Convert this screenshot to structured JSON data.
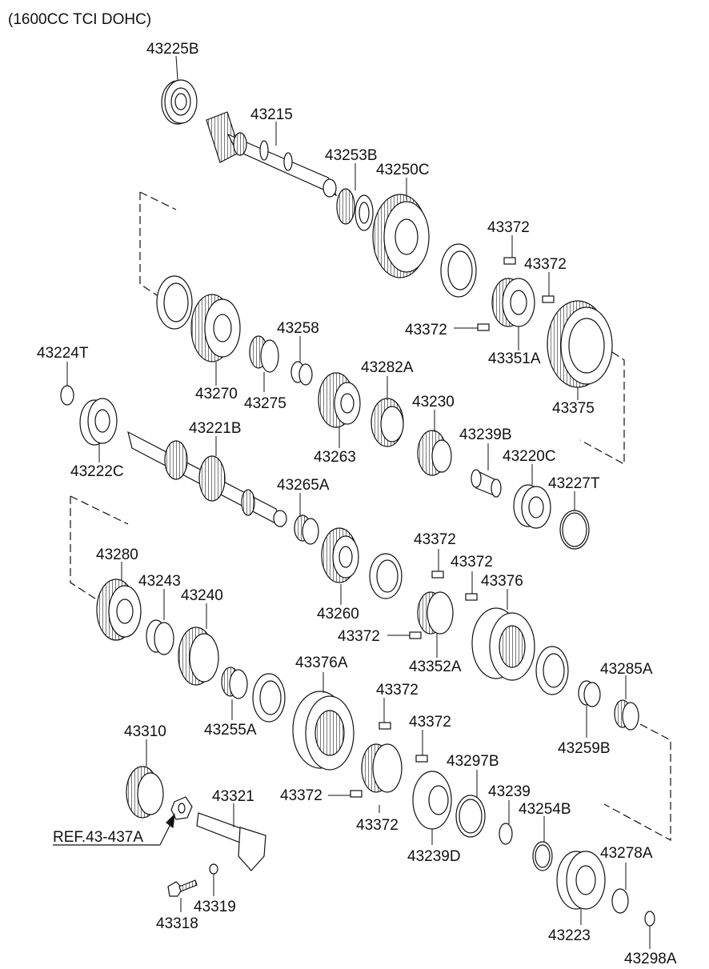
{
  "header": {
    "engine": "(1600CC TCI DOHC)"
  },
  "reference": {
    "label": "REF.43-437A"
  },
  "parts": [
    "43225B",
    "43215",
    "43253B",
    "43250C",
    "43372",
    "43372",
    "43258",
    "43282A",
    "43372",
    "43351A",
    "43224T",
    "43270",
    "43275",
    "43230",
    "43375",
    "43263",
    "43221B",
    "43239B",
    "43220C",
    "43222C",
    "43265A",
    "43227T",
    "43372",
    "43280",
    "43372",
    "43376",
    "43243",
    "43240",
    "43260",
    "43372",
    "43352A",
    "43376A",
    "43285A",
    "43372",
    "43310",
    "43372",
    "43255A",
    "43259B",
    "43297B",
    "43321",
    "43239",
    "43254B",
    "43372",
    "43372",
    "43239D",
    "43278A",
    "43319",
    "43318",
    "43223",
    "43298A"
  ]
}
